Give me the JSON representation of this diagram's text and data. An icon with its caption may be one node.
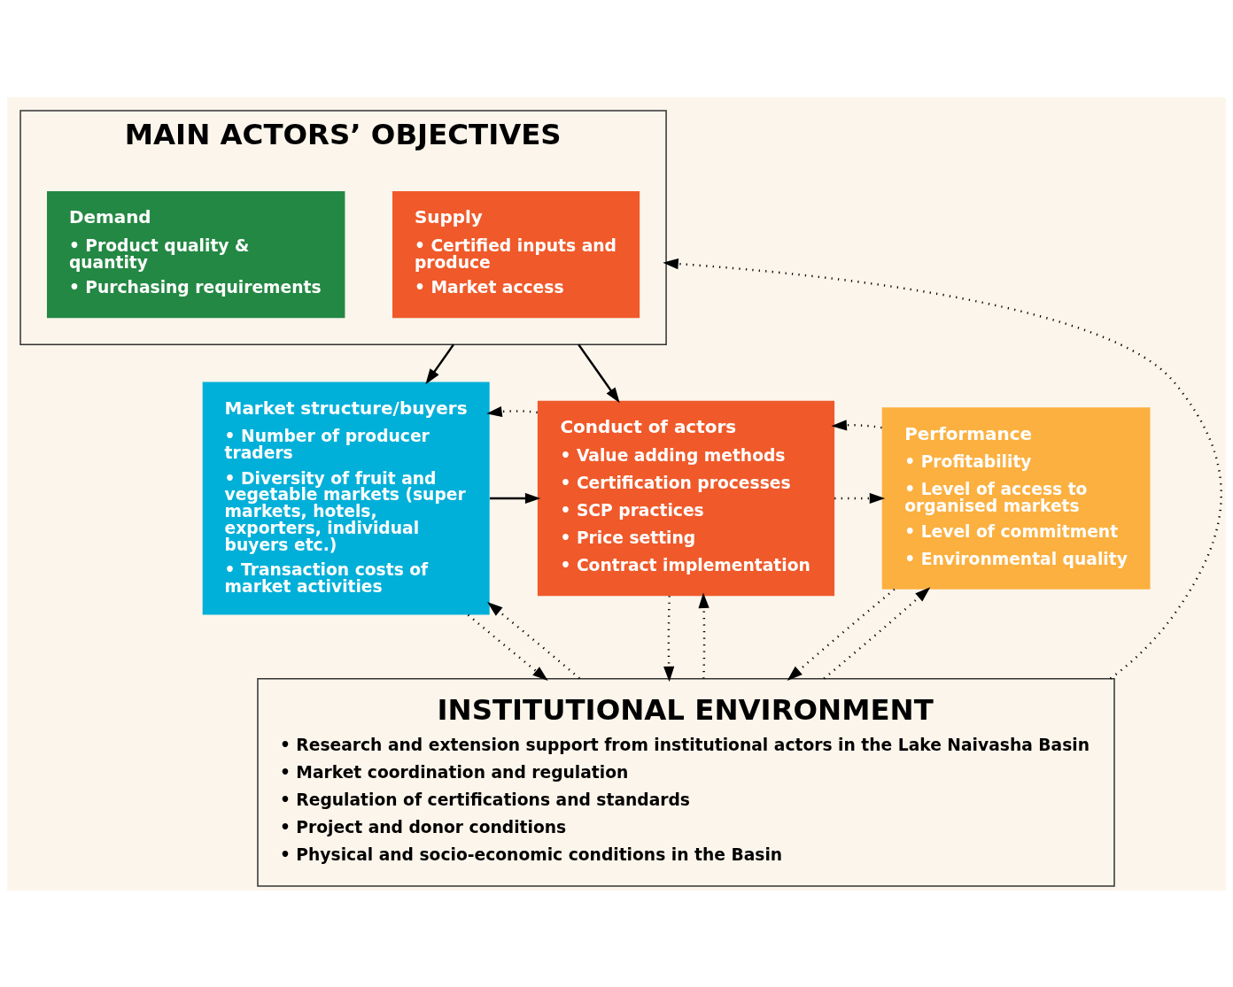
{
  "diagram": {
    "nodes": [
      {
        "text": [
          "MAIN ACTORS’ OBJECTIVES"
        ]
      },
      {
        "text": [
          "Supply",
          "• Certified inputs and produce",
          "• Market access"
        ],
        "in": 0
      },
      {
        "text": [
          "Demand",
          "• Product quality & quantity",
          "• Purchasing requirements"
        ],
        "in": 0
      },
      {
        "text": [
          "Market structure/buyers",
          "• Number of producer traders",
          "• Diversity of fruit and vegetable markets (super markets, hotels, exporters, individual buyers etc.)",
          "• Transaction costs of market activities"
        ]
      },
      {
        "text": [
          "Conduct of actors",
          "• Value adding methods",
          "• Certification processes",
          "• SCP practices",
          "• Price setting",
          "• Contract implementation"
        ]
      },
      {
        "text": [
          "Performance",
          "• Profitability",
          "• Level of access to organised markets",
          "• Level of commitment",
          "• Environmental quality"
        ]
      },
      {
        "text": [
          "INSTITUTIONAL ENVIRONMENT",
          "• Research and extension support from institutional actors in the Lake Naivasha Basin",
          "• Market coordination and regulation",
          "• Regulation of certifications and standards",
          "• Project and donor conditions",
          "• Physical and socio-economic conditions in the Basin"
        ]
      }
    ],
    "edges": [
      {
        "from": 0,
        "to": 3,
        "arrow": "to"
      },
      {
        "from": 0,
        "to": 4,
        "arrow": "to"
      },
      {
        "from": 3,
        "to": 4,
        "arrow": "to"
      },
      {
        "from": 4,
        "to": 5,
        "arrow": "to",
        "style": "dashed"
      },
      {
        "from": 4,
        "to": 3,
        "arrow": "to",
        "style": "dashed"
      },
      {
        "from": 5,
        "to": 4,
        "arrow": "to",
        "style": "dashed"
      },
      {
        "from": 3,
        "to": 6,
        "arrow": "to",
        "style": "dashed"
      },
      {
        "from": 6,
        "to": 3,
        "arrow": "to",
        "style": "dashed"
      },
      {
        "from": 4,
        "to": 6,
        "arrow": "to",
        "style": "dashed"
      },
      {
        "from": 6,
        "to": 4,
        "arrow": "to",
        "style": "dashed"
      },
      {
        "from": 5,
        "to": 6,
        "arrow": "to",
        "style": "dashed"
      },
      {
        "from": 6,
        "to": 5,
        "arrow": "to",
        "style": "dashed"
      },
      {
        "from": 6,
        "to": 0,
        "arrow": "to",
        "style": "dashed"
      }
    ]
  }
}
